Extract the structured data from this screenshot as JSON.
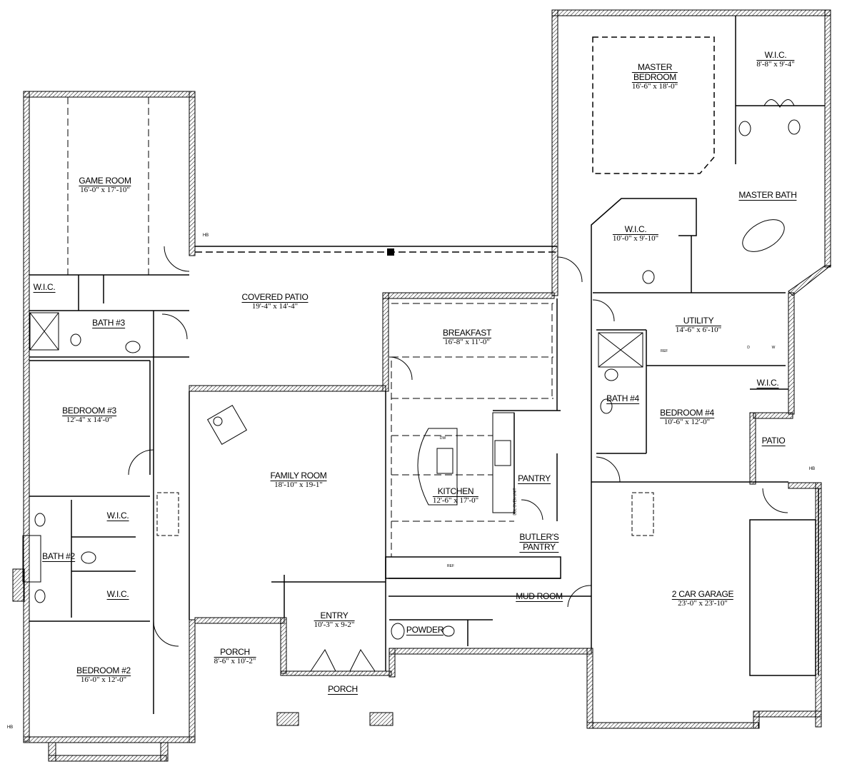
{
  "rooms": {
    "game_room": {
      "name": "GAME ROOM",
      "dims": "16'-0\" x 17'-10\""
    },
    "wic_game": {
      "name": "W.I.C."
    },
    "bath3": {
      "name": "BATH #3"
    },
    "bedroom3": {
      "name": "BEDROOM #3",
      "dims": "12'-4\" x 14'-0\""
    },
    "wic_b2_upper": {
      "name": "W.I.C."
    },
    "bath2": {
      "name": "BATH #2"
    },
    "wic_b2_lower": {
      "name": "W.I.C."
    },
    "bedroom2": {
      "name": "BEDROOM #2",
      "dims": "16'-0\" x 12'-0\""
    },
    "covered_patio": {
      "name": "COVERED PATIO",
      "dims": "19'-4\" x 14'-4\""
    },
    "family_room": {
      "name": "FAMILY ROOM",
      "dims": "18'-10\" x 19-1\""
    },
    "entry": {
      "name": "ENTRY",
      "dims": "10'-3\" x 9-2\""
    },
    "porch_side": {
      "name": "PORCH",
      "dims": "8'-6\" x 10'-2\""
    },
    "porch_front": {
      "name": "PORCH"
    },
    "breakfast": {
      "name": "BREAKFAST",
      "dims": "16'-8\" x 11'-0\""
    },
    "kitchen": {
      "name": "KITCHEN",
      "dims": "12'-6\" x 17'-0\""
    },
    "pantry": {
      "name": "PANTRY"
    },
    "butlers_pantry": {
      "name_line1": "BUTLER'S",
      "name_line2": "PANTRY"
    },
    "mud_room": {
      "name": "MUD ROOM"
    },
    "powder": {
      "name": "POWDER"
    },
    "master_bedroom": {
      "name_line1": "MASTER",
      "name_line2": "BEDROOM",
      "dims": "16'-6\" x 18'-0\""
    },
    "master_wic_top": {
      "name": "W.I.C.",
      "dims": "8'-8\" x 9'-4\""
    },
    "master_bath": {
      "name": "MASTER BATH"
    },
    "master_wic_lower": {
      "name": "W.I.C.",
      "dims": "10'-0\" x 9'-10\""
    },
    "utility": {
      "name": "UTILITY",
      "dims": "14'-6\" x 6'-10\""
    },
    "bath4": {
      "name": "BATH #4"
    },
    "bedroom4": {
      "name": "BEDROOM #4",
      "dims": "10'-6\" x 12'-0\""
    },
    "wic_b4": {
      "name": "W.I.C."
    },
    "patio": {
      "name": "PATIO"
    },
    "garage": {
      "name": "2 CAR GARAGE",
      "dims": "23'-0\" x 23'-10\""
    }
  },
  "fixtures": {
    "ref_kitchen": "REF",
    "ref_utility": "REF",
    "oven": "DBL OVEN UNIT",
    "dryer": "D",
    "washer": "W",
    "dishwasher": "DW",
    "hose_bib": "HB"
  },
  "colors": {
    "line": "#000000",
    "background": "#ffffff"
  }
}
